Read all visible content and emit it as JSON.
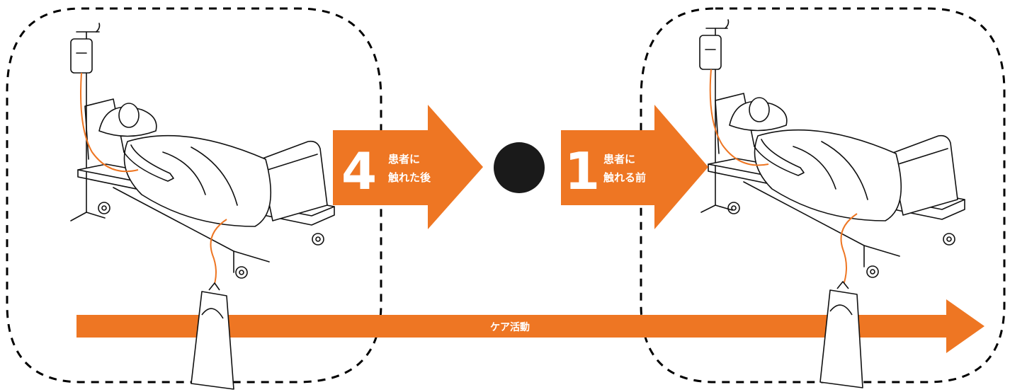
{
  "colors": {
    "accent": "#EE7623",
    "dark": "#1a1a1a",
    "line": "#000000"
  },
  "moment_after": {
    "number": "4",
    "line1": "患者に",
    "line2": "触れた後"
  },
  "moment_before": {
    "number": "1",
    "line1": "患者に",
    "line2": "触れる前"
  },
  "timeline": {
    "label": "ケア活動"
  }
}
